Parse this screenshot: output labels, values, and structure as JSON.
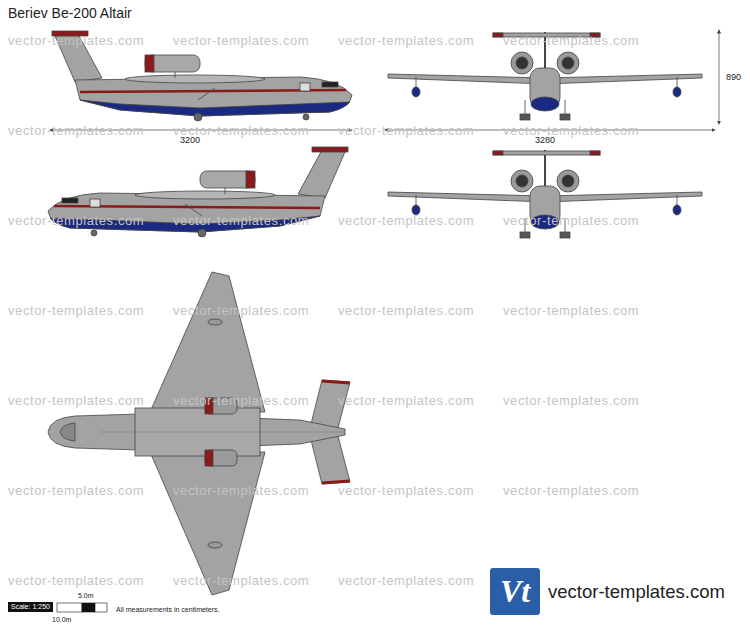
{
  "diagram": {
    "title": "Beriev Be-200 Altair",
    "labels": [
      "3200",
      "3280",
      "890",
      "5.0m",
      "10.0m",
      "Scale: 1:250",
      "All measurements in centimeters.",
      "Vt",
      "vector-templates.com",
      "vector-templates.com",
      "vector-templates.com",
      "vector-templates.com",
      "vector-templates.com",
      "vector-templates.com",
      "vector-templates.com",
      "vector-templates.com",
      "vector-templates.com",
      "vector-templates.com",
      "vector-templates.com",
      "vector-templates.com",
      "vector-templates.com",
      "vector-templates.com",
      "vector-templates.com",
      "vector-templates.com",
      "vector-templates.com",
      "vector-templates.com",
      "vector-templates.com",
      "vector-templates.com",
      "vector-templates.com",
      "vector-templates.com",
      "vector-templates.com",
      "vector-templates.com",
      "vector-templates.com",
      "vector-templates.com",
      "vector-templates.com",
      "vector-templates.com"
    ]
  }
}
